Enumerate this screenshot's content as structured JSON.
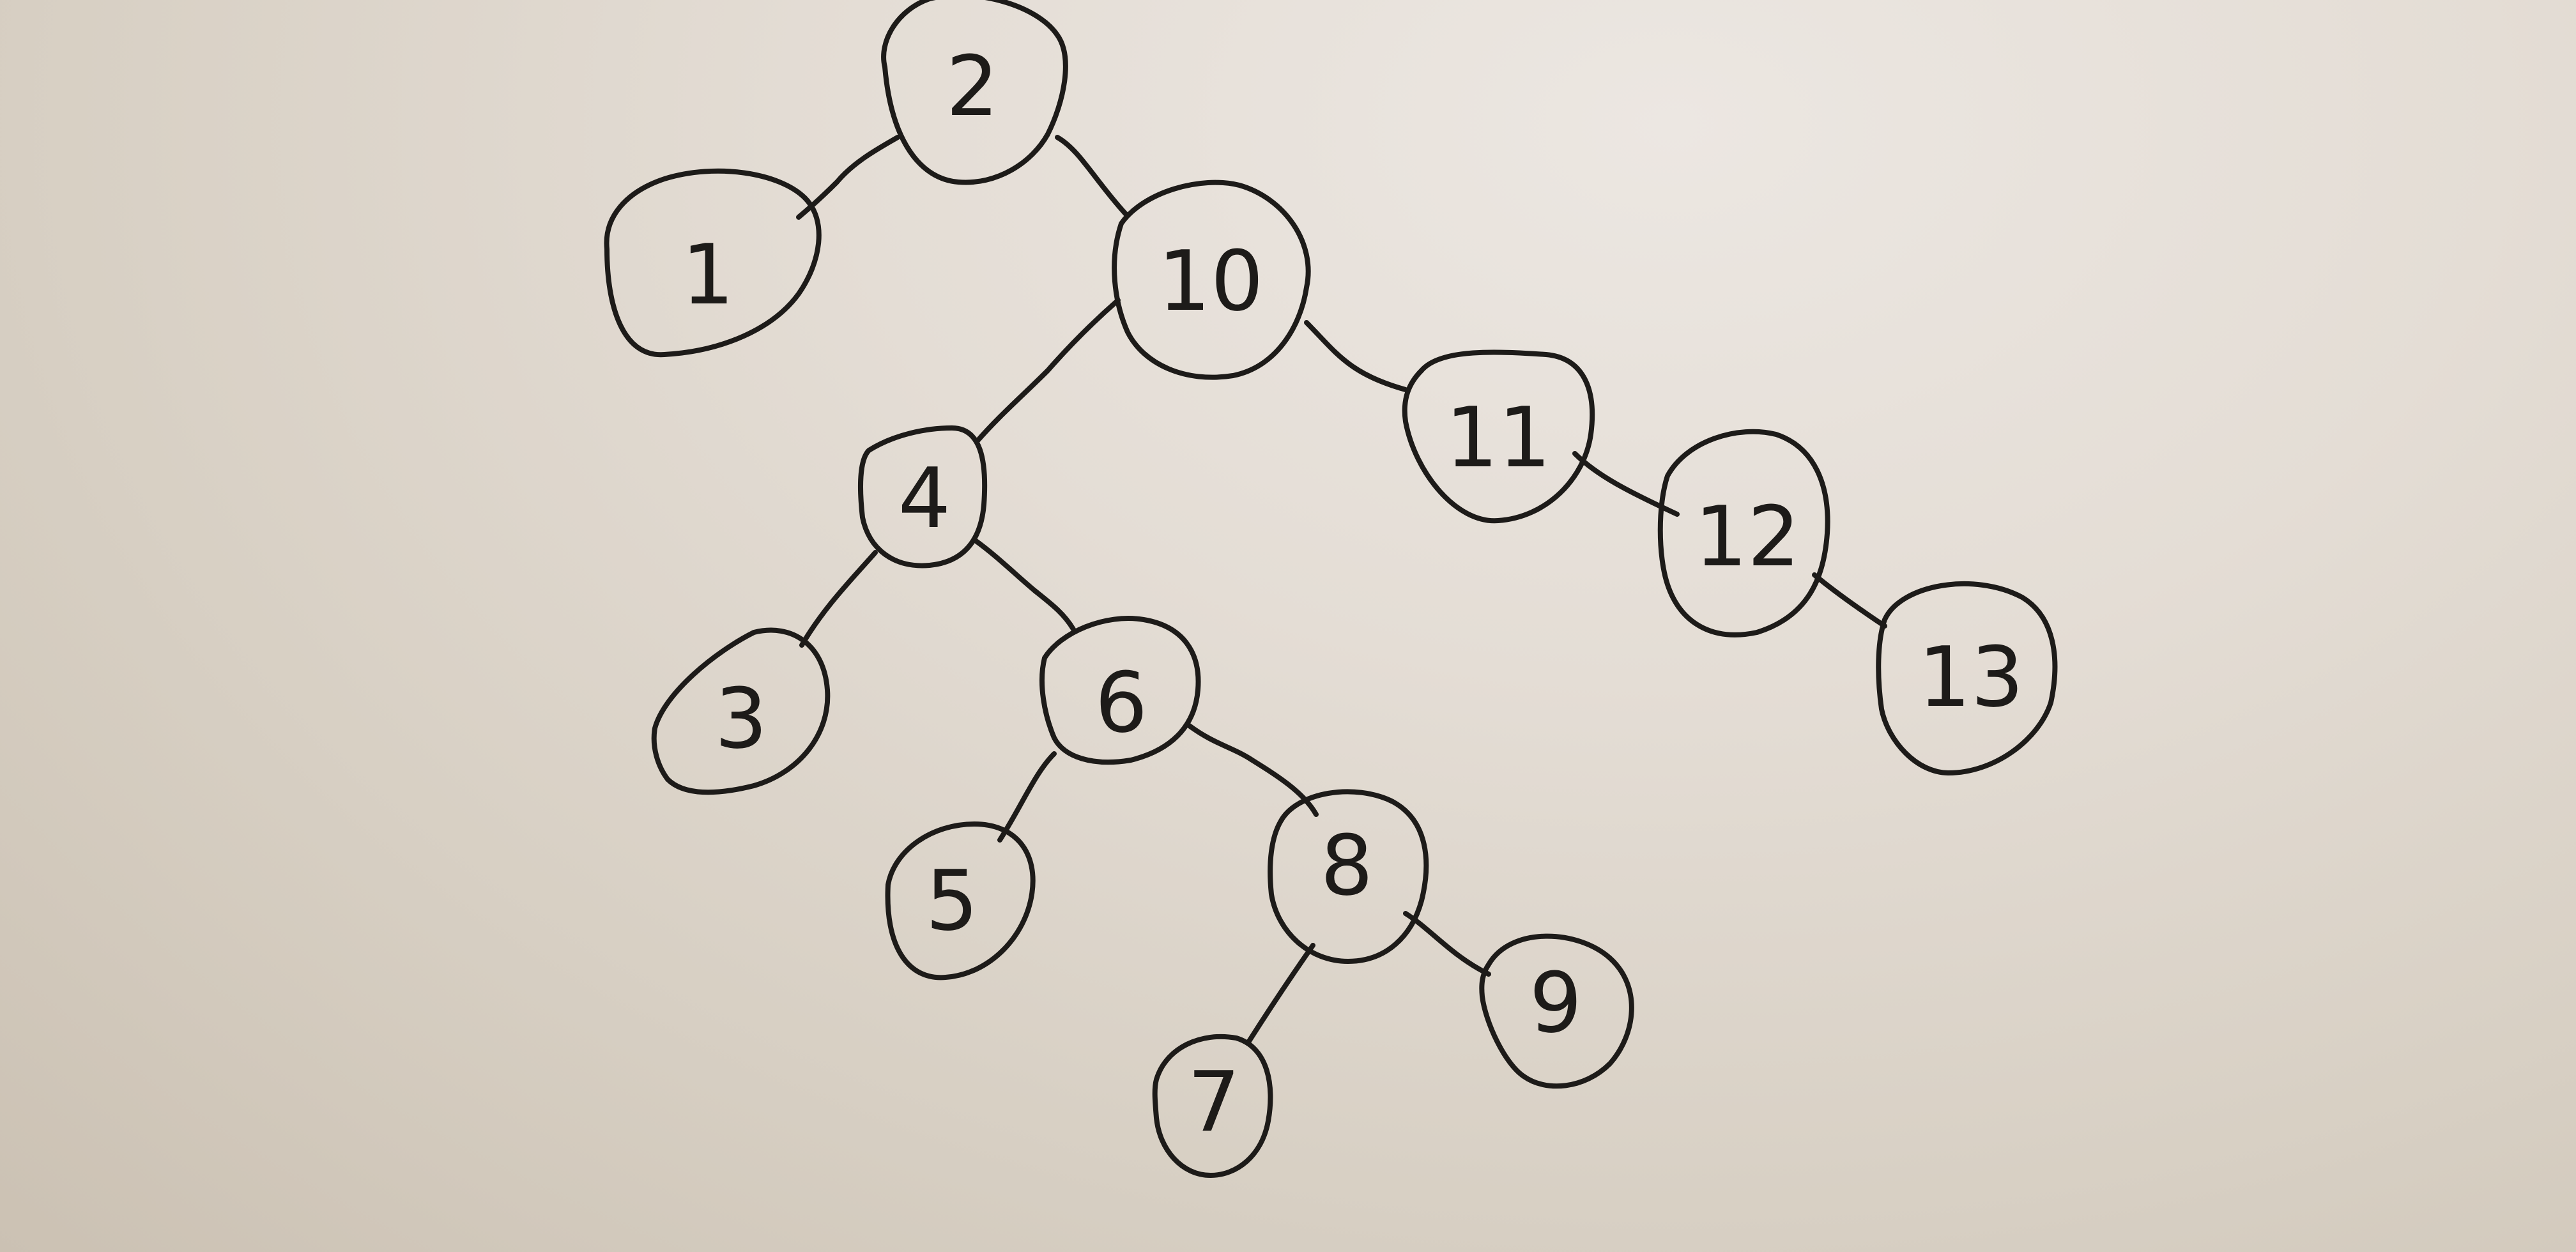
{
  "diagram": {
    "nodes": [
      {
        "id": "n2",
        "label": "2"
      },
      {
        "id": "n1",
        "label": "1"
      },
      {
        "id": "n10",
        "label": "10"
      },
      {
        "id": "n4",
        "label": "4"
      },
      {
        "id": "n3",
        "label": "3"
      },
      {
        "id": "n6",
        "label": "6"
      },
      {
        "id": "n5",
        "label": "5"
      },
      {
        "id": "n8",
        "label": "8"
      },
      {
        "id": "n7",
        "label": "7"
      },
      {
        "id": "n9",
        "label": "9"
      },
      {
        "id": "n11",
        "label": "11"
      },
      {
        "id": "n12",
        "label": "12"
      },
      {
        "id": "n13",
        "label": "13"
      }
    ],
    "edges": [
      {
        "from": "2",
        "to": "1"
      },
      {
        "from": "2",
        "to": "10"
      },
      {
        "from": "10",
        "to": "4"
      },
      {
        "from": "10",
        "to": "11"
      },
      {
        "from": "4",
        "to": "3"
      },
      {
        "from": "4",
        "to": "6"
      },
      {
        "from": "6",
        "to": "5"
      },
      {
        "from": "6",
        "to": "8"
      },
      {
        "from": "8",
        "to": "7"
      },
      {
        "from": "8",
        "to": "9"
      },
      {
        "from": "11",
        "to": "12"
      },
      {
        "from": "12",
        "to": "13"
      }
    ]
  }
}
